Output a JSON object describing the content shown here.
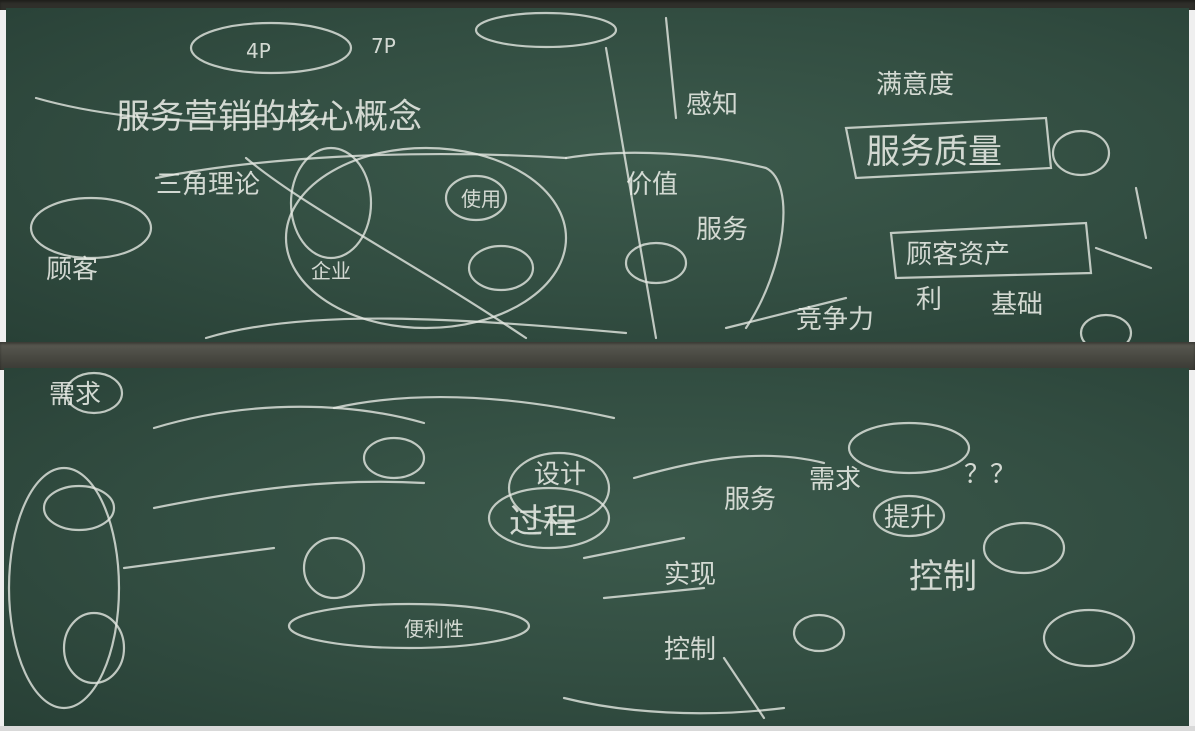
{
  "top_board": {
    "texts": {
      "t1": "服务营销的核心概念",
      "t2": "服务质量",
      "t3": "顾客资产",
      "t4": "三角理论",
      "t5": "竞争力",
      "t6": "利",
      "t7": "基础",
      "t8": "满意度",
      "t9": "感知",
      "t10": "使用",
      "t11": "价值",
      "t12": "企业",
      "t13": "顾客",
      "t14": "服务",
      "t15": "4P",
      "t16": "7P"
    }
  },
  "bottom_board": {
    "texts": {
      "b1": "过程",
      "b2": "设计",
      "b3": "提升",
      "b4": "控制",
      "b5": "需求",
      "b6": "实现",
      "b7": "便利性",
      "b8": "服务",
      "b9": "需求",
      "b10": "控制",
      "b11": "？？"
    }
  }
}
